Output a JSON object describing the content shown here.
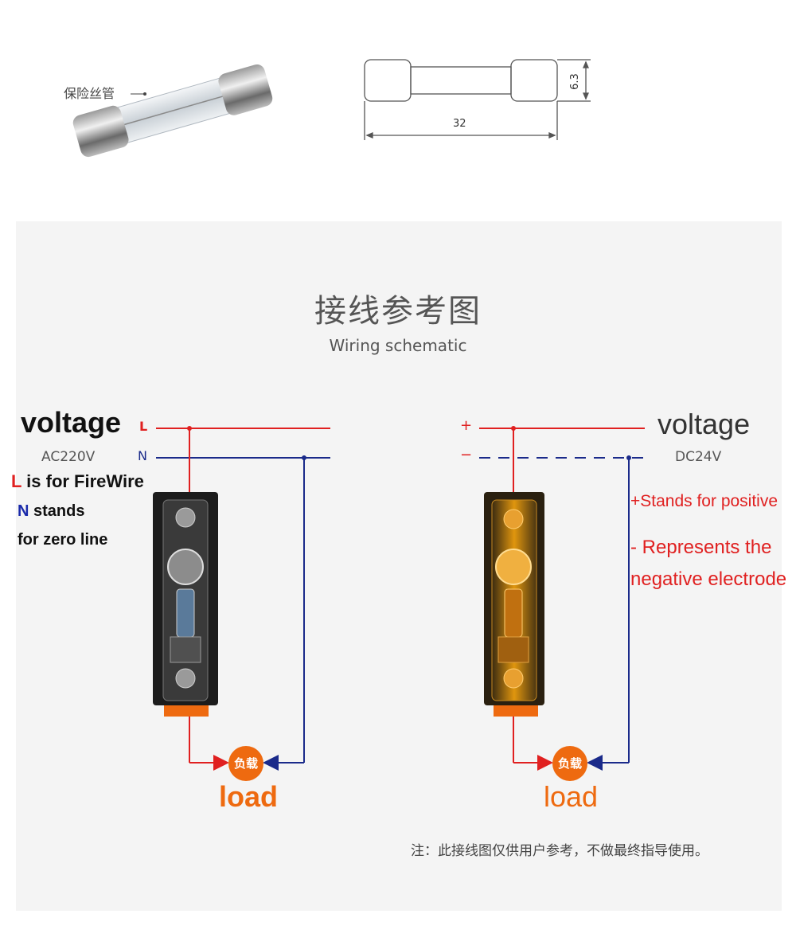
{
  "top": {
    "fuse_label": "保险丝管",
    "dim_height": "6.3",
    "dim_length": "32"
  },
  "title": {
    "cn": "接线参考图",
    "en": "Wiring schematic"
  },
  "left": {
    "voltage_label": "voltage",
    "voltage_value": "AC220V",
    "line_L": "L",
    "line_N": "N",
    "note_L_letter": "L",
    "note_L_text": " is for FireWire",
    "note_N_letter": "N",
    "note_N_text": " stands",
    "note_N_text2": "for zero line",
    "load_badge": "负载",
    "load_label": "load"
  },
  "right": {
    "voltage_label": "voltage",
    "voltage_value": "DC24V",
    "line_plus": "+",
    "line_minus": "−",
    "positive_note": "+Stands for positive",
    "negative_note_1": "- Represents the",
    "negative_note_2": "negative electrode",
    "load_badge": "负载",
    "load_label": "load"
  },
  "disclaimer": "注：此接线图仅供用户参考，不做最终指导使用。",
  "colors": {
    "live": "#e02020",
    "neutral": "#1a2a8a",
    "load": "#ee6a10",
    "holder_clear": "#1c1c1c",
    "holder_amber": "#d98a10"
  }
}
